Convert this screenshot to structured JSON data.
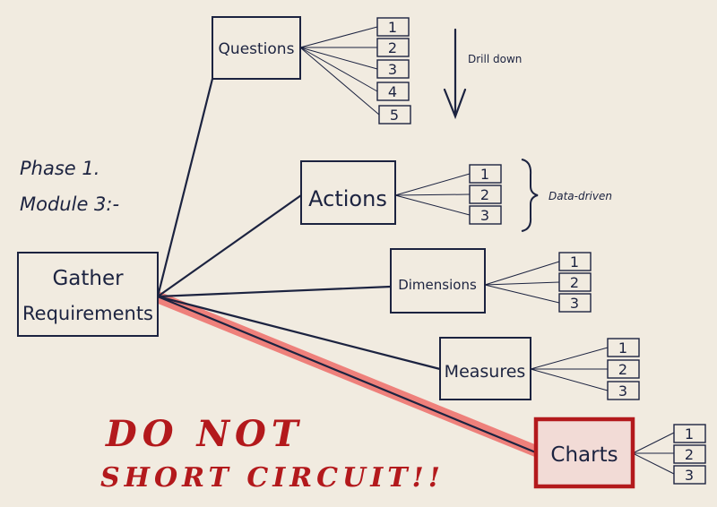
{
  "phase_line1": "Phase 1.",
  "phase_line2": "Module 3:-",
  "root": {
    "line1": "Gather",
    "line2": "Requirements"
  },
  "nodes": {
    "questions": {
      "label": "Questions",
      "items": [
        "1",
        "2",
        "3",
        "4",
        "5"
      ]
    },
    "actions": {
      "label": "Actions",
      "items": [
        "1",
        "2",
        "3"
      ]
    },
    "dimensions": {
      "label": "Dimensions",
      "items": [
        "1",
        "2",
        "3"
      ]
    },
    "measures": {
      "label": "Measures",
      "items": [
        "1",
        "2",
        "3"
      ]
    },
    "charts": {
      "label": "Charts",
      "items": [
        "1",
        "2",
        "3"
      ]
    }
  },
  "drill_down": "Drill down",
  "data_driven": "Data-driven",
  "warning": {
    "line1": "DO NOT",
    "line2": "SHORT CIRCUIT!!"
  },
  "colors": {
    "ink": "#1c2340",
    "warning_red": "#b3191c",
    "highlight": "#ee6e6a",
    "charts_fill": "#f2dbd6",
    "background": "#f1ebe0"
  }
}
